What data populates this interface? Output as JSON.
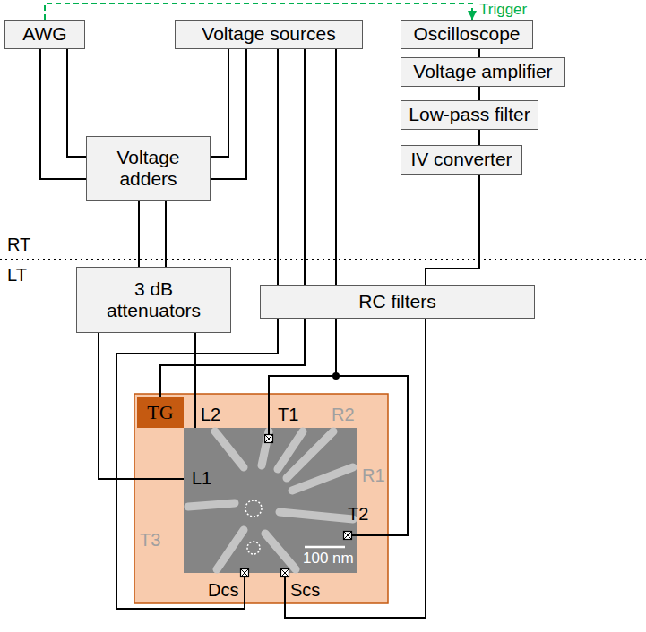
{
  "diagram": {
    "nodes": [
      {
        "text": [
          "AWG"
        ]
      },
      {
        "text": [
          "Voltage sources"
        ]
      },
      {
        "text": [
          "Oscilloscope"
        ]
      },
      {
        "text": [
          "Voltage amplifier"
        ]
      },
      {
        "text": [
          "Voltage adders"
        ]
      },
      {
        "text": [
          "Low-pass filter"
        ]
      },
      {
        "text": [
          "IV converter"
        ]
      },
      {
        "text": [
          "3 dB attenuators"
        ]
      },
      {
        "text": [
          "RC filters"
        ]
      },
      {
        "text": [
          "TG"
        ]
      }
    ],
    "edges": [
      {
        "from": 0,
        "to": 2,
        "arrow": "to",
        "label": "Trigger"
      },
      {
        "from": 0,
        "to": 4,
        "arrow": "none"
      },
      {
        "from": 0,
        "to": 4,
        "arrow": "none"
      },
      {
        "from": 1,
        "to": 4,
        "arrow": "none"
      },
      {
        "from": 1,
        "to": 4,
        "arrow": "none"
      },
      {
        "from": 1,
        "to": 8,
        "arrow": "none"
      },
      {
        "from": 1,
        "to": 8,
        "arrow": "none"
      },
      {
        "from": 1,
        "to": 8,
        "arrow": "none"
      },
      {
        "from": 2,
        "to": 3,
        "arrow": "none"
      },
      {
        "from": 3,
        "to": 5,
        "arrow": "none"
      },
      {
        "from": 5,
        "to": 6,
        "arrow": "none"
      },
      {
        "from": 6,
        "to": 8,
        "arrow": "none"
      },
      {
        "from": 4,
        "to": 7,
        "arrow": "none"
      },
      {
        "from": 4,
        "to": 7,
        "arrow": "none"
      },
      {
        "from": 8,
        "to": 9,
        "arrow": "none"
      }
    ],
    "labels": [
      "RT",
      "LT",
      "L2",
      "T1",
      "R2",
      "R1",
      "L1",
      "T2",
      "T3",
      "Dcs",
      "Scs",
      "100 nm"
    ]
  }
}
